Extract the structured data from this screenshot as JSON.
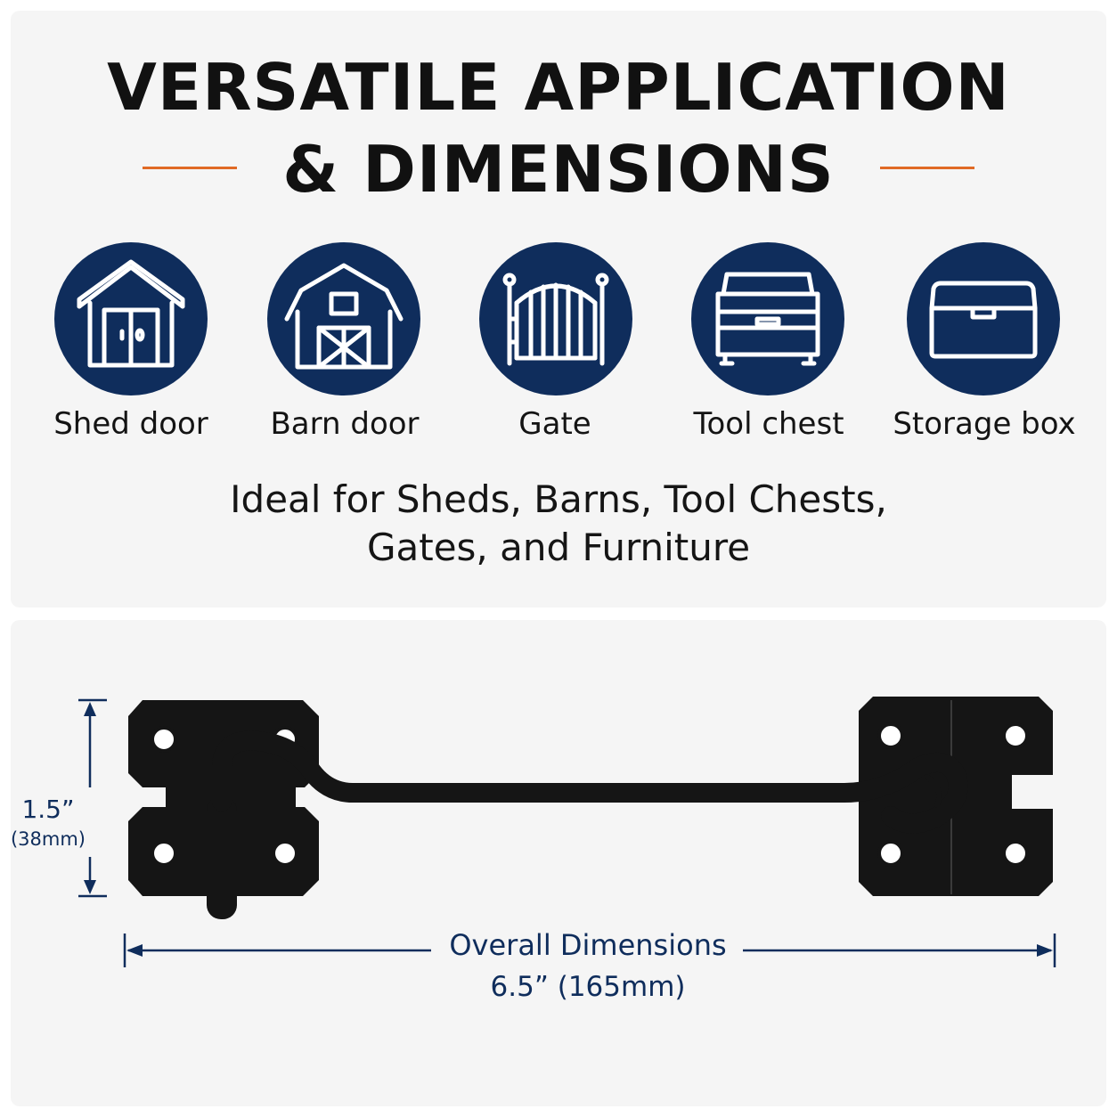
{
  "header": {
    "title_line1": "VERSATILE APPLICATION",
    "title_line2": "& DIMENSIONS",
    "accent_color": "#e06a25"
  },
  "applications": [
    {
      "label": "Shed door",
      "icon": "shed-icon"
    },
    {
      "label": "Barn door",
      "icon": "barn-icon"
    },
    {
      "label": "Gate",
      "icon": "gate-icon"
    },
    {
      "label": "Tool chest",
      "icon": "tool-chest-icon"
    },
    {
      "label": "Storage box",
      "icon": "storage-box-icon"
    }
  ],
  "icon_circle_color": "#0f2d5c",
  "subtitle": {
    "line1": "Ideal for Sheds, Barns, Tool Chests,",
    "line2": "Gates, and Furniture"
  },
  "dimensions": {
    "height_in": "1.5”",
    "height_mm": "(38mm)",
    "overall_label": "Overall Dimensions",
    "overall_value": "6.5” (165mm)",
    "line_color": "#0f2d5c"
  },
  "product": {
    "image": "hook-and-eye-latch",
    "color": "#151515"
  }
}
